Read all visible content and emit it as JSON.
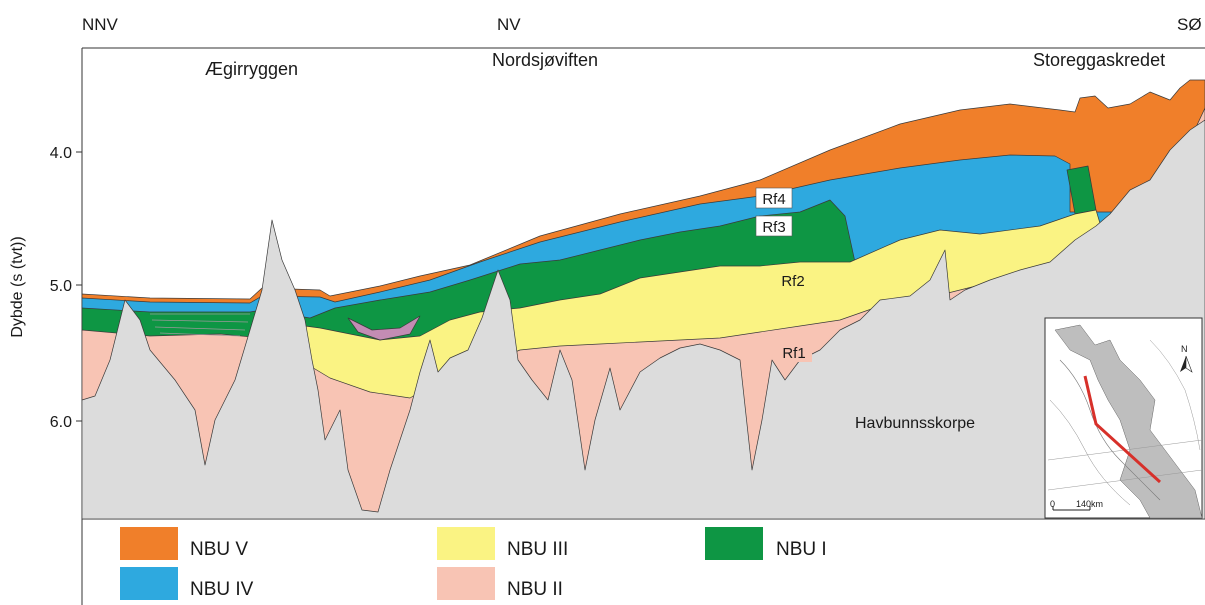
{
  "directions": {
    "left": "NNV",
    "middle": "NV",
    "right": "SØ"
  },
  "places": {
    "left": "Ægirryggen",
    "middle": "Nordsjøviften",
    "right": "Storeggaskredet"
  },
  "y_axis": {
    "label": "Dybde (s (tvt))",
    "ticks": [
      "4.0",
      "5.0",
      "6.0"
    ]
  },
  "reflectors": {
    "rf4": "Rf4",
    "rf3": "Rf3",
    "rf2": "Rf2",
    "rf1": "Rf1"
  },
  "basement_label": "Havbunnsskorpe",
  "inset_map": {
    "north": "N",
    "scale_zero": "0",
    "scale_label": "140km"
  },
  "legend": [
    {
      "key": "nbu5",
      "label": "NBU V",
      "color": "#F07F2A"
    },
    {
      "key": "nbu4",
      "label": "NBU IV",
      "color": "#2EA9DF"
    },
    {
      "key": "nbu3",
      "label": "NBU III",
      "color": "#FAF383"
    },
    {
      "key": "nbu2",
      "label": "NBU II",
      "color": "#F8C4B4"
    },
    {
      "key": "nbu1",
      "label": "NBU I",
      "color": "#0E9644"
    }
  ],
  "colors": {
    "basement": "#DCDCDC",
    "purple_lens": "#C38CB4",
    "section_line": "#D7302A"
  }
}
